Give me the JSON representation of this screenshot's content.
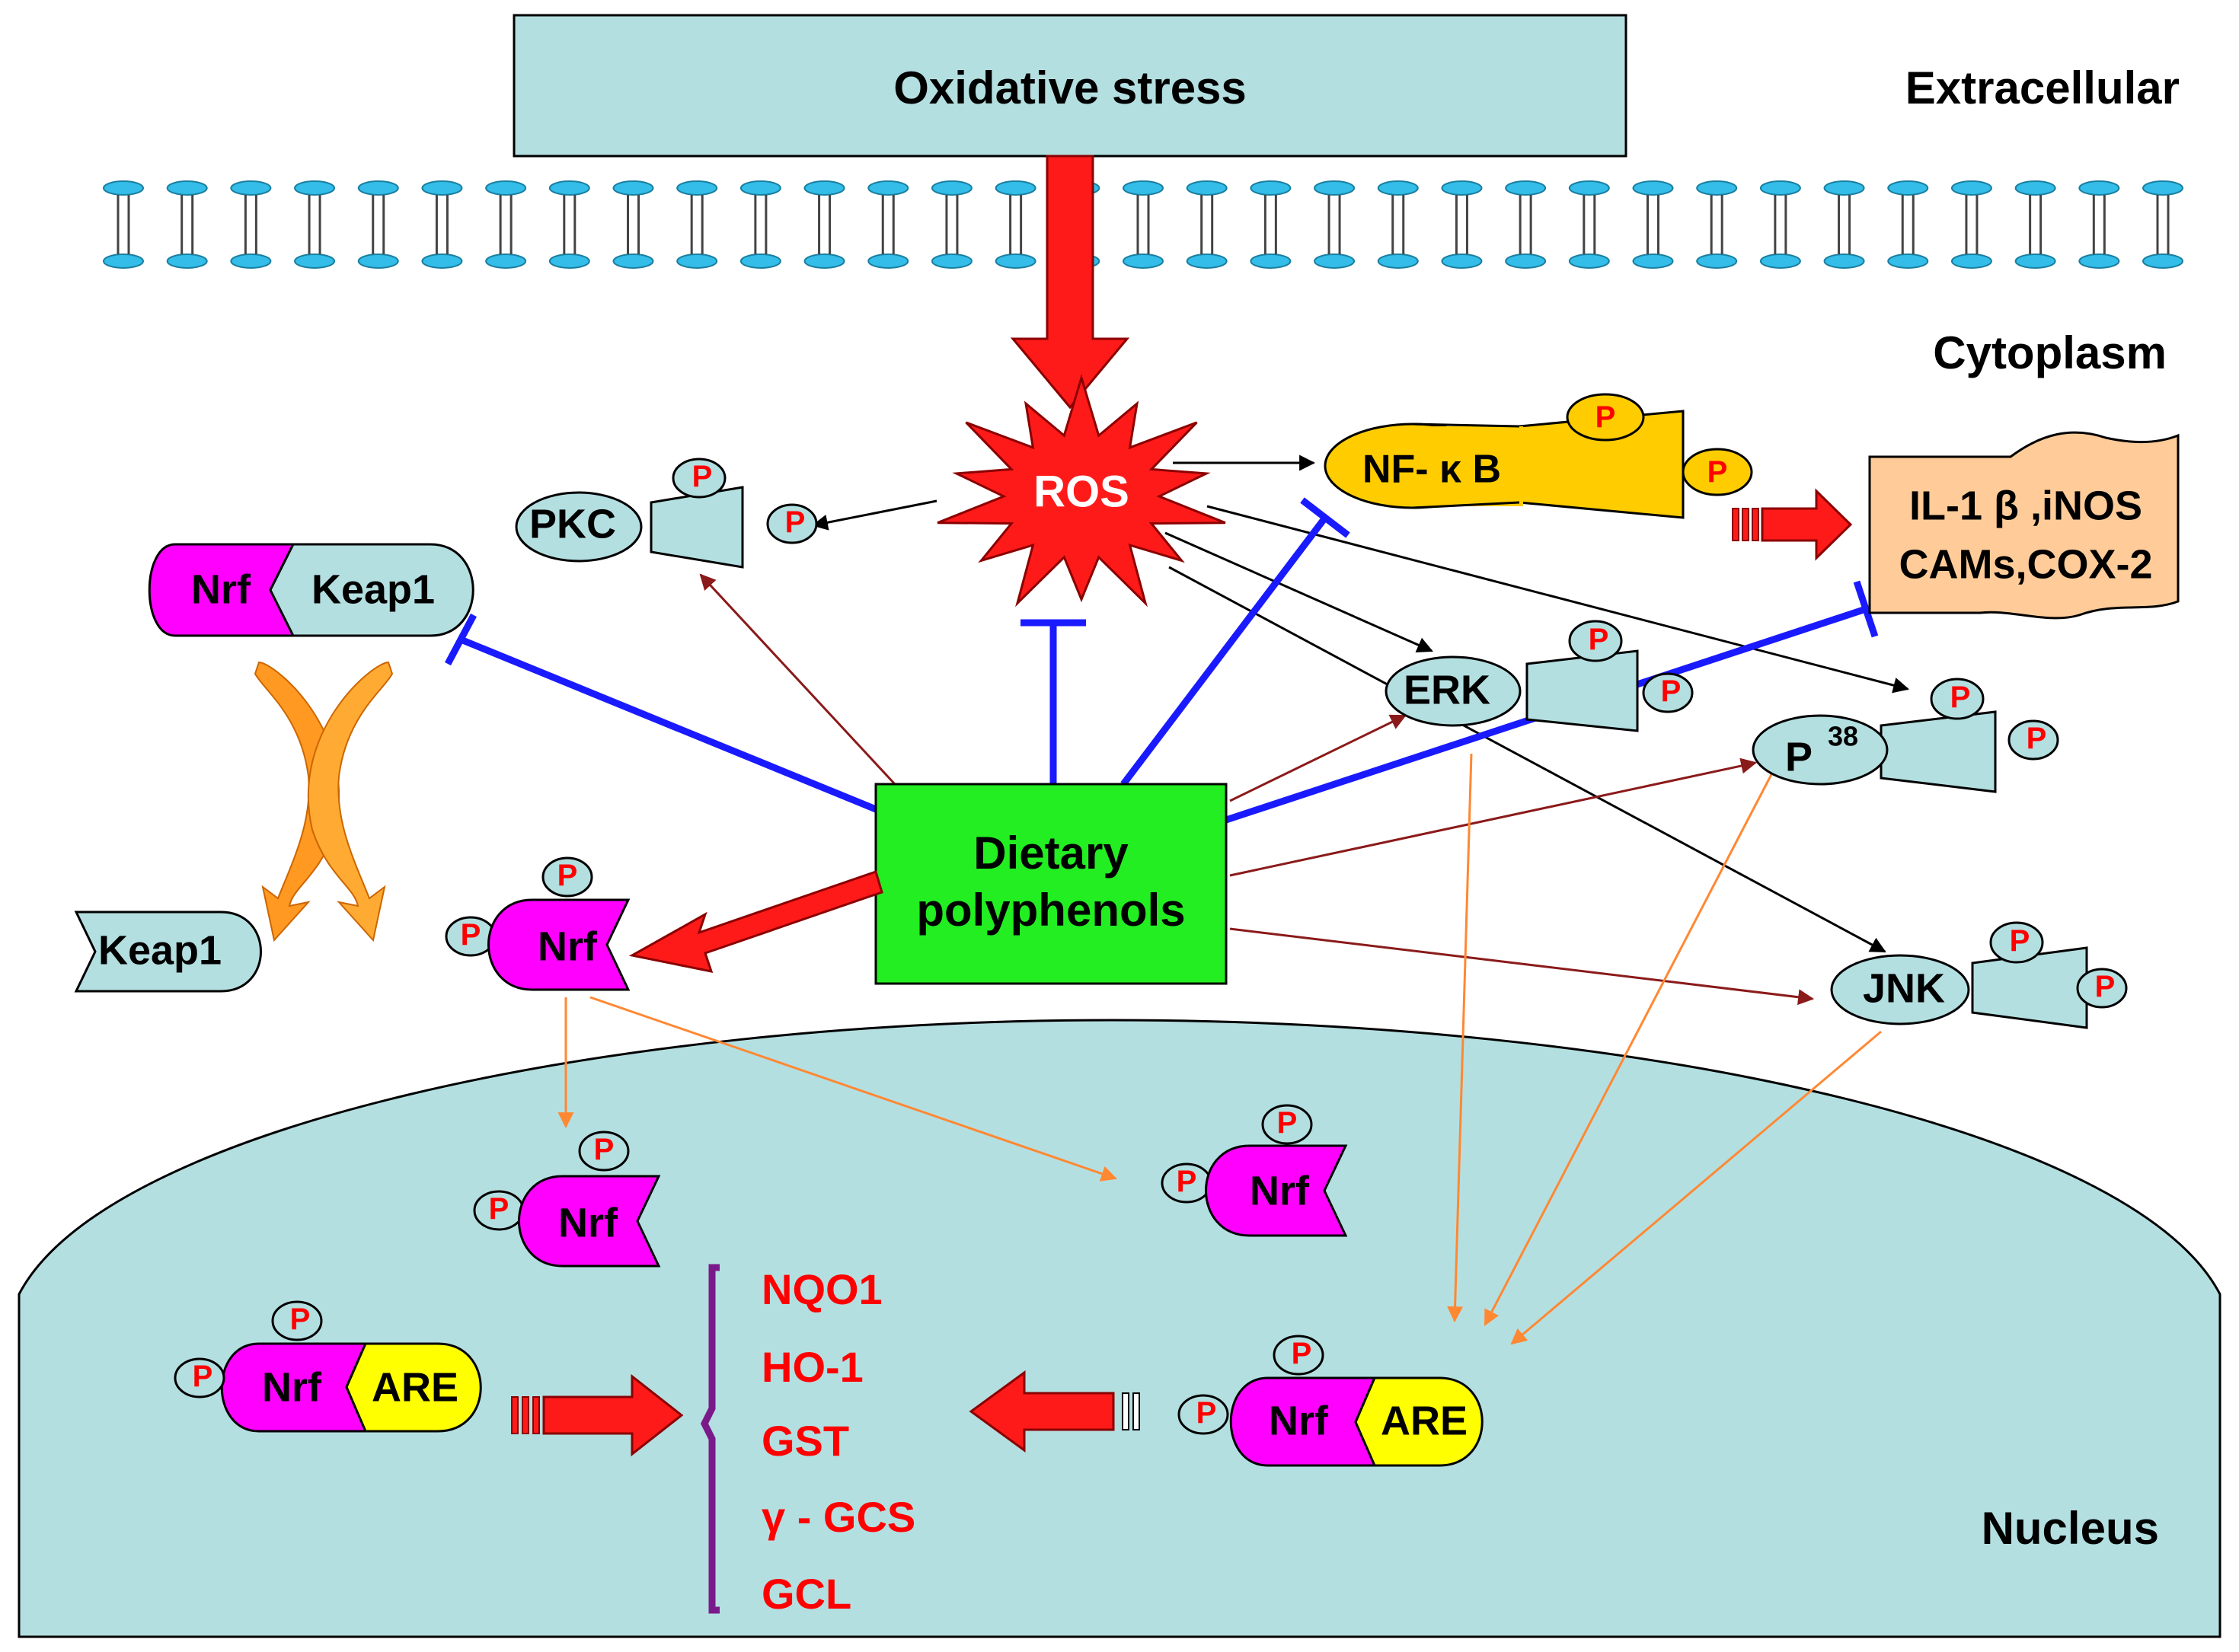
{
  "compartments": {
    "extracellular": "Extracellular",
    "cytoplasm": "Cytoplasm",
    "nucleus": "Nucleus"
  },
  "stimulus": "Oxidative stress",
  "ros": "ROS",
  "center": {
    "line1": "Dietary",
    "line2": "polyphenols"
  },
  "kinases": {
    "pkc": "PKC",
    "erk": "ERK",
    "p38_base": "P",
    "p38_sup": "38",
    "jnk": "JNK"
  },
  "nfkb": "NF- κ B",
  "phospho": "P",
  "inflammatory": {
    "line1": "IL-1 β ,iNOS",
    "line2": "CAMs,COX-2"
  },
  "complex": {
    "nrf": "Nrf",
    "keap1": "Keap1"
  },
  "free_keap1": "Keap1",
  "nrf": "Nrf",
  "are": "ARE",
  "genes": [
    "NQO1",
    "HO-1",
    "GST",
    " γ - GCS",
    "GCL"
  ],
  "colors": {
    "membrane": "#33bde8",
    "box": "#b4dfe1",
    "nucleus": "#b4dfe1",
    "ros": "#ff1a1a",
    "nrf": "#ff00ff",
    "are": "#ffff00",
    "nfkb": "#ffcc00",
    "polyphenol": "#22ee22",
    "inflam": "#ffcc99",
    "inhibit": "#1a1aff",
    "arrow_red": "#ff1a1a",
    "arrow_dark": "#8b1a1a",
    "arrow_orange": "#ff8833"
  }
}
